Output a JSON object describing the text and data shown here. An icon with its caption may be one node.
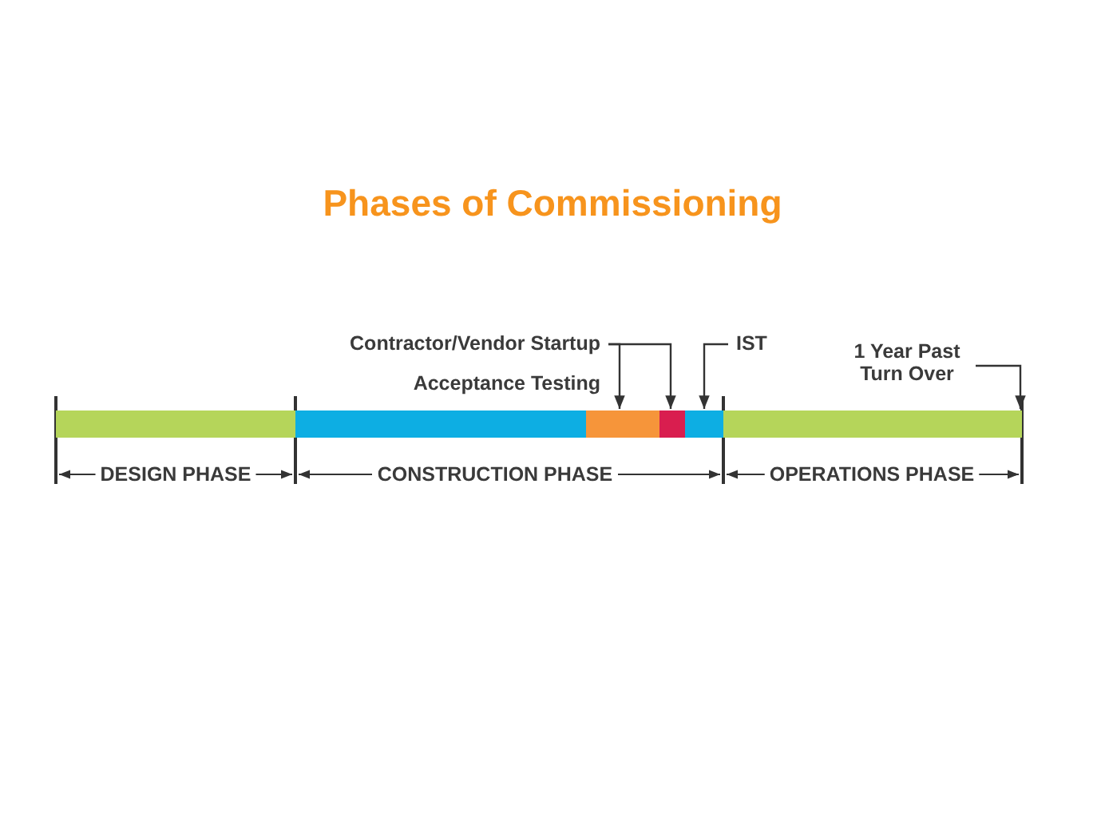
{
  "diagram": {
    "title": "Phases of Commissioning",
    "nodes": [
      {
        "text": [
          "Contractor/Vendor Startup"
        ]
      },
      {
        "text": [
          "IST"
        ]
      },
      {
        "text": [
          "1 Year Past Turn Over"
        ]
      },
      {
        "text": [
          "Acceptance Testing"
        ]
      },
      {
        "text": [],
        "shape": "bar"
      },
      {
        "text": [],
        "shape": "bar"
      },
      {
        "text": [],
        "shape": "bar"
      },
      {
        "text": [],
        "shape": "bar"
      },
      {
        "text": [],
        "shape": "bar"
      },
      {
        "text": [],
        "shape": "bar"
      }
    ],
    "edges": [
      {
        "from": 3,
        "to": 6,
        "arrow": "to"
      },
      {
        "from": 0,
        "to": 7,
        "arrow": "to"
      },
      {
        "from": 1,
        "to": 8,
        "arrow": "to"
      },
      {
        "from": 2,
        "to": 9,
        "arrow": "to"
      }
    ],
    "labels": [
      "DESIGN PHASE",
      "CONSTRUCTION PHASE",
      "OPERATIONS PHASE"
    ]
  }
}
